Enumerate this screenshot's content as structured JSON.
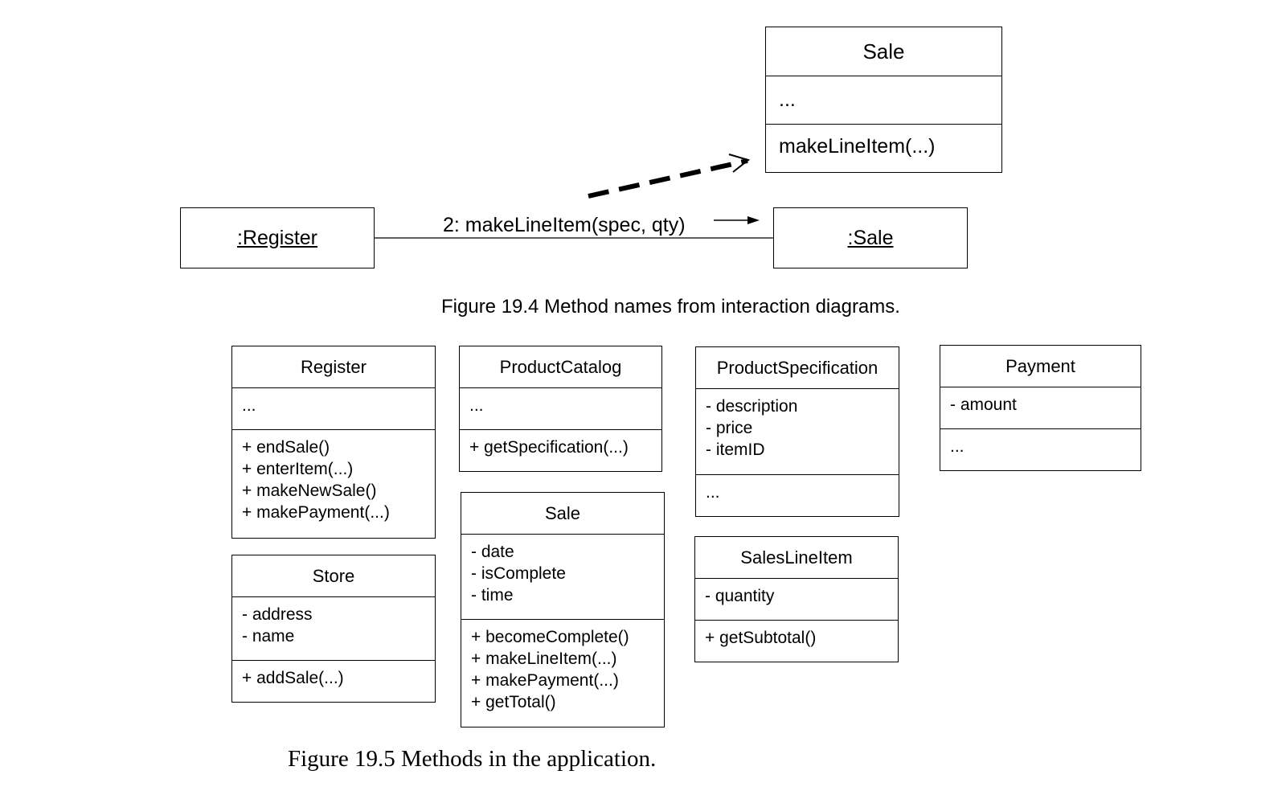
{
  "figure_19_4": {
    "sale_class": {
      "name": "Sale",
      "attributes": "...",
      "operation": "makeLineItem(...)"
    },
    "register_object": ":Register",
    "sale_object": ":Sale",
    "message": "2: makeLineItem(spec, qty)",
    "caption": "Figure 19.4 Method names from interaction diagrams."
  },
  "figure_19_5": {
    "classes": [
      {
        "name": "Register",
        "attributes": [
          "..."
        ],
        "operations": [
          "+ endSale()",
          "+ enterItem(...)",
          "+ makeNewSale()",
          "+ makePayment(...)"
        ]
      },
      {
        "name": "ProductCatalog",
        "attributes": [
          "..."
        ],
        "operations": [
          "+ getSpecification(...)"
        ]
      },
      {
        "name": "ProductSpecification",
        "attributes": [
          "- description",
          "- price",
          "- itemID"
        ],
        "operations": [
          "..."
        ]
      },
      {
        "name": "Payment",
        "attributes": [
          "- amount"
        ],
        "operations": [
          "..."
        ]
      },
      {
        "name": "Store",
        "attributes": [
          "- address",
          "- name"
        ],
        "operations": [
          "+ addSale(...)"
        ]
      },
      {
        "name": "Sale",
        "attributes": [
          "- date",
          "- isComplete",
          "- time"
        ],
        "operations": [
          "+ becomeComplete()",
          "+ makeLineItem(...)",
          "+ makePayment(...)",
          "+ getTotal()"
        ]
      },
      {
        "name": "SalesLineItem",
        "attributes": [
          "- quantity"
        ],
        "operations": [
          "+ getSubtotal()"
        ]
      }
    ],
    "caption": "Figure 19.5 Methods in the application."
  }
}
